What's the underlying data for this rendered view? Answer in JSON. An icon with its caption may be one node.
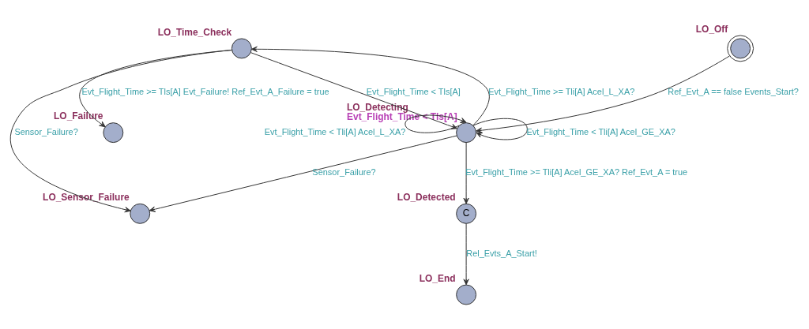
{
  "diagram": {
    "nodes": [
      {
        "text": [],
        "shape": "circle",
        "beside": [
          "LO_Sensor_Failure"
        ]
      },
      {
        "text": [],
        "shape": "circle",
        "beside": [
          "LO_Time_Check"
        ]
      },
      {
        "text": [],
        "shape": "circle",
        "beside": [
          "LO_Detecting",
          "Evt_Flight_Time < Tls[A]"
        ]
      },
      {
        "text": [],
        "shape": "doublecircle",
        "beside": [
          "LO_Off"
        ]
      },
      {
        "text": [],
        "shape": "circle",
        "beside": [
          "LO_Failure"
        ]
      },
      {
        "text": [
          "C"
        ],
        "beside": [
          "LO_Detected"
        ]
      },
      {
        "text": [],
        "shape": "circle",
        "beside": [
          "LO_End"
        ]
      }
    ],
    "edges": [
      {
        "from": 2,
        "to": 0,
        "arrow": "to",
        "label": "Sensor_Failure?"
      },
      {
        "from": 1,
        "to": 0,
        "arrow": "to",
        "label": "Sensor_Failure?"
      },
      {
        "from": 2,
        "to": 2,
        "arrow": "to",
        "label": "Evt_Flight_Time < Tli[A] Acel_L_XA?"
      },
      {
        "from": 2,
        "to": 2,
        "arrow": "to",
        "label": "Evt_Flight_Time < Tli[A] Acel_GE_XA?"
      },
      {
        "from": 2,
        "to": 1,
        "arrow": "to",
        "label": "Evt_Flight_Time >= Tli[A] Acel_L_XA?"
      },
      {
        "from": 1,
        "to": 2,
        "arrow": "to",
        "label": "Evt_Flight_Time < Tls[A]"
      },
      {
        "from": 3,
        "to": 2,
        "arrow": "to",
        "label": "Ref_Evt_A == false Events_Start?"
      },
      {
        "from": 1,
        "to": 4,
        "arrow": "to",
        "label": "Evt_Flight_Time >= Tls[A] Evt_Failure! Ref_Evt_A_Failure = true"
      },
      {
        "from": 2,
        "to": 5,
        "arrow": "to",
        "label": "Evt_Flight_Time >= Tli[A] Acel_GE_XA? Ref_Evt_A = true"
      },
      {
        "from": 5,
        "to": 6,
        "arrow": "to",
        "label": "Rel_Evts_A_Start!"
      }
    ]
  }
}
